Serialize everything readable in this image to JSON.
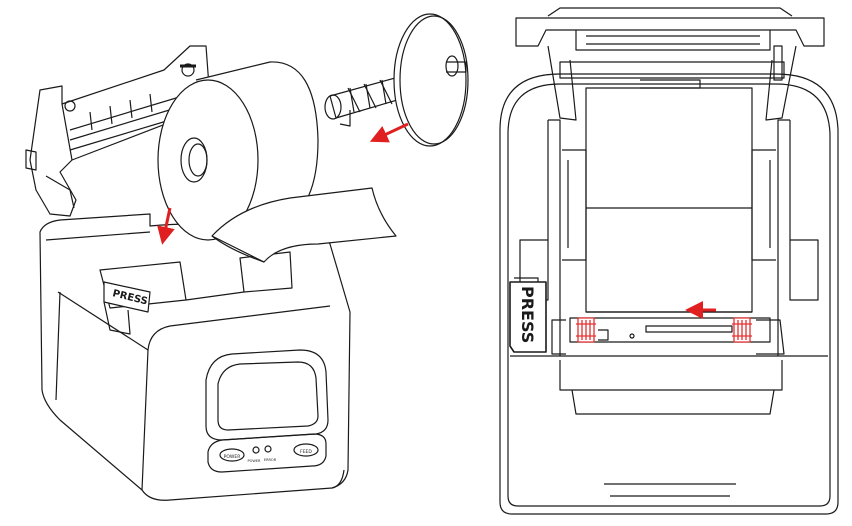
{
  "left_figure": {
    "press_label": "PRESS",
    "button_feed_label": "FEED",
    "button_power_label": "POWER",
    "led_labels": [
      "POWER",
      "ERROR"
    ],
    "arrow_color": "#e02020"
  },
  "right_figure": {
    "press_label": "PRESS",
    "arrow_color": "#e02020",
    "guide_color": "#e53030"
  },
  "line_color": "#1a1a1a"
}
